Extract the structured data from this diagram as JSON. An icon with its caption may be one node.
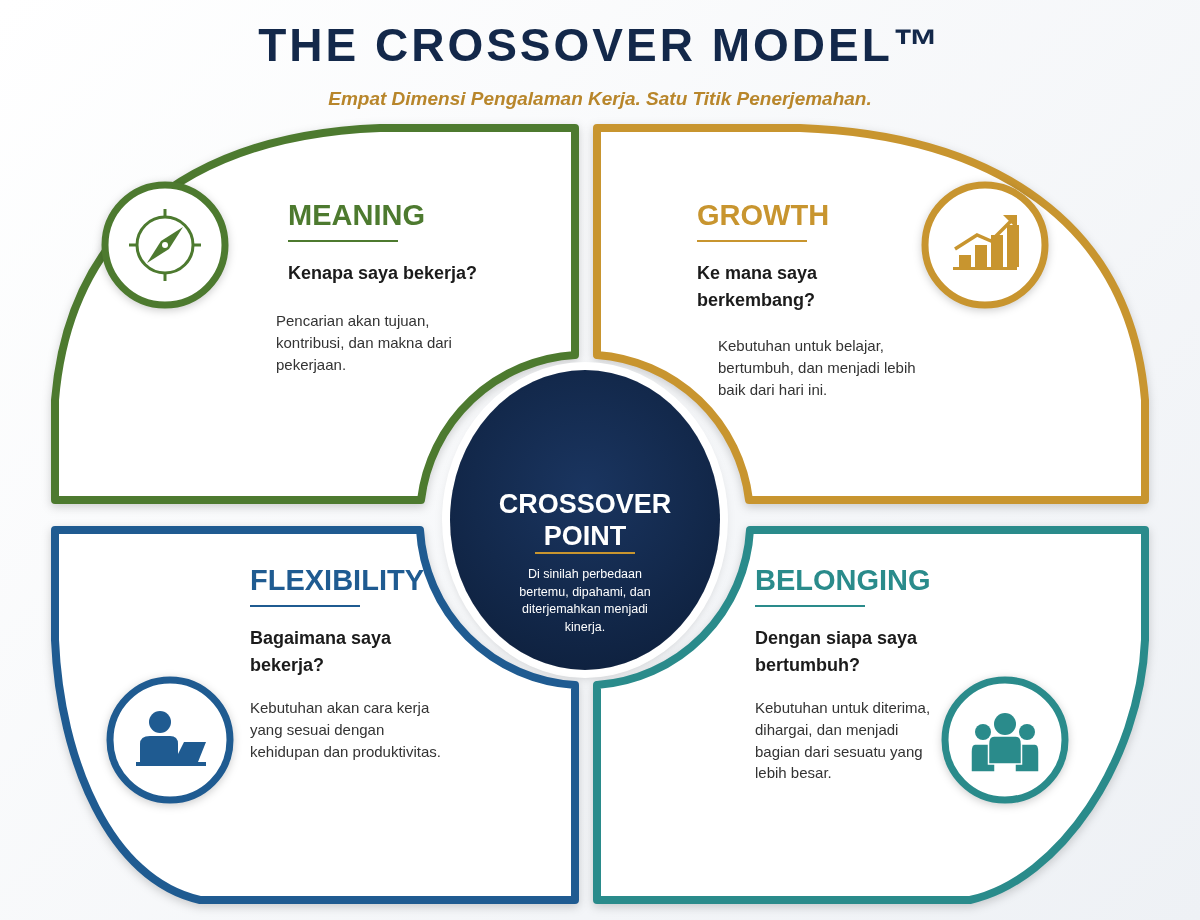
{
  "diagram": {
    "title": "THE CROSSOVER MODEL™",
    "caption": "Empat Dimensi Pengalaman Kerja. Satu Titik Penerjemahan.",
    "nodes": [
      {
        "text": [
          "MEANING",
          "Kenapa saya bekerja?",
          "Pencarian akan tujuan, kontribusi, dan makna dari pekerjaan."
        ]
      },
      {
        "text": [
          "GROWTH",
          "Ke mana saya berkembang?",
          "Kebutuhan untuk belajar, bertumbuh, dan menjadi lebih baik dari hari ini."
        ]
      },
      {
        "text": [
          "CROSSOVER POINT",
          "Di sinilah perbedaan bertemu, dipahami, dan diterjemahkan menjadi kinerja."
        ]
      },
      {
        "text": [
          "FLEXIBILITY",
          "Bagaimana saya bekerja?",
          "Kebutuhan akan cara kerja yang sesuai dengan kehidupan dan produktivitas."
        ]
      },
      {
        "text": [
          "BELONGING",
          "Dengan siapa saya bertumbuh?",
          "Kebutuhan untuk diterima, dihargai, dan menjadi bagian dari sesuatu yang lebih besar."
        ]
      }
    ],
    "edges": []
  }
}
